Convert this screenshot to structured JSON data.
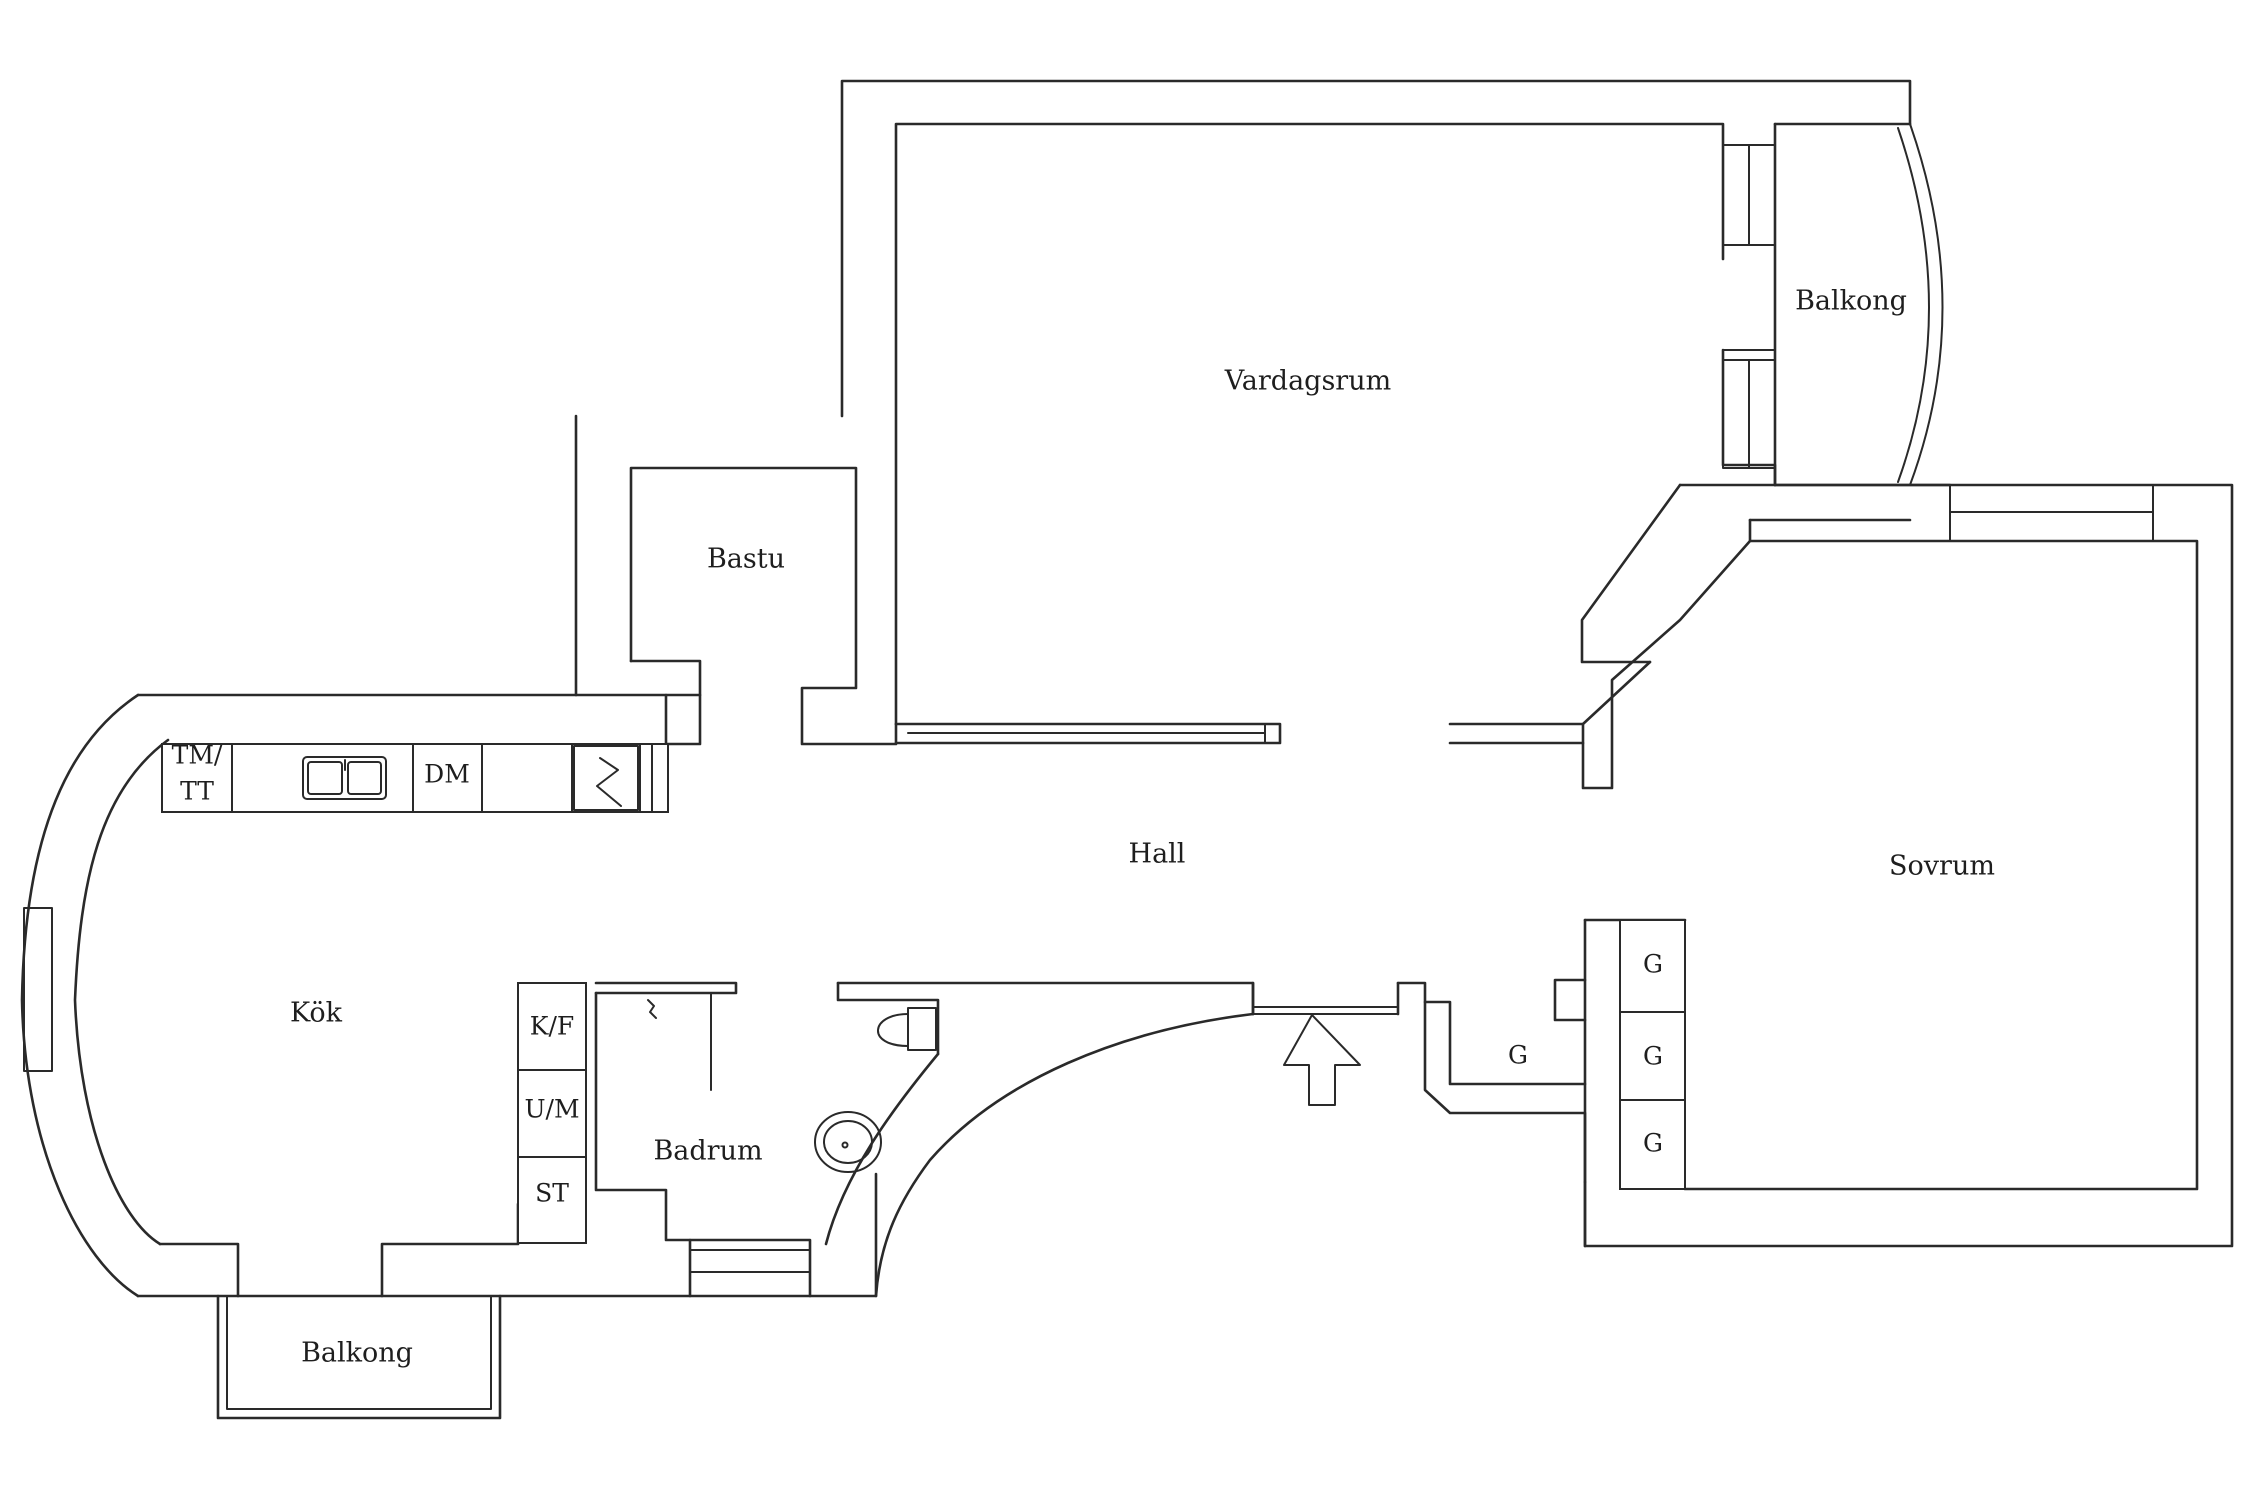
{
  "rooms": {
    "vardagsrum": "Vardagsrum",
    "balkong_living": "Balkong",
    "bastu": "Bastu",
    "hall": "Hall",
    "sovrum": "Sovrum",
    "kok": "Kök",
    "badrum": "Badrum",
    "balkong_kitchen": "Balkong"
  },
  "fixtures": {
    "tm_line1": "TM/",
    "tm_line2": "TT",
    "dm": "DM",
    "kf": "K/F",
    "um": "U/M",
    "st": "ST",
    "g_hall": "G",
    "g_wardrobe_1": "G",
    "g_wardrobe_2": "G",
    "g_wardrobe_3": "G"
  },
  "icons": {
    "entrance": "up-arrow-icon",
    "sink": "double-sink-icon",
    "stove": "stove-icon",
    "toilet": "toilet-icon",
    "washbasin": "washbasin-icon",
    "shower": "shower-icon"
  }
}
